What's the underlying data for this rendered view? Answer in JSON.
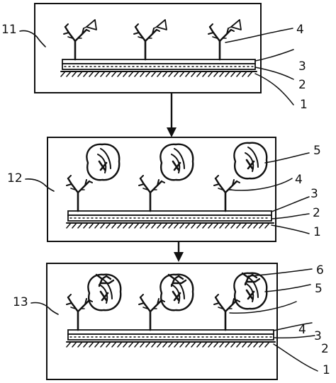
{
  "panels": [
    {
      "name": "panel-11",
      "label": "11",
      "callouts": [
        "4",
        "3",
        "2",
        "1"
      ]
    },
    {
      "name": "panel-12",
      "label": "12",
      "callouts": [
        "5",
        "4",
        "3",
        "2",
        "1"
      ]
    },
    {
      "name": "panel-13",
      "label": "13",
      "callouts": [
        "6",
        "5",
        "4",
        "3",
        "2",
        "1"
      ]
    }
  ]
}
